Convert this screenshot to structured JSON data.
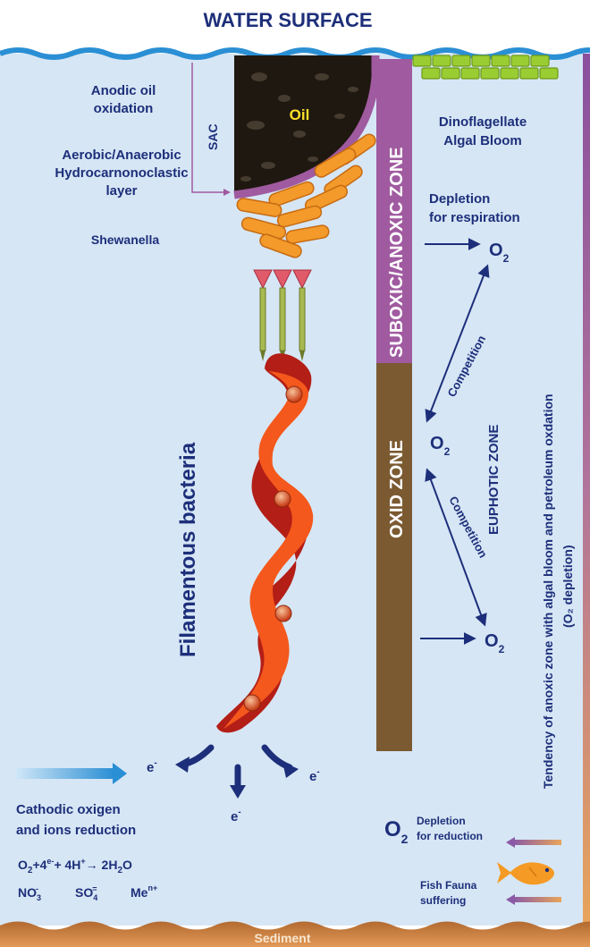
{
  "title": "WATER SURFACE",
  "bottom_label": "Sediment",
  "left_labels": {
    "anodic_1": "Anodic oil",
    "anodic_2": "oxidation",
    "sac": "SAC",
    "layer_1": "Aerobic/Anaerobic",
    "layer_2": "Hydrocarnonoclastic",
    "layer_3": "layer",
    "shewanella": "Shewanella",
    "oil": "Oil",
    "filamentous": "Filamentous bacteria"
  },
  "right_labels": {
    "dino_1": "Dinoflagellate",
    "dino_2": "Algal Bloom",
    "depletion_1": "Depletion",
    "depletion_2": "for respiration",
    "competition_1": "Competition",
    "competition_2": "Competition",
    "euphotic": "EUPHOTIC ZONE",
    "tendency_1": "Tendency of anoxic zone with algal bloom and petroleum oxdation",
    "tendency_2": "(O₂ depletion)"
  },
  "zones": {
    "suboxic": "SUBOXIC/ANOXIC ZONE",
    "oxid": "OXID ZONE"
  },
  "o2": {
    "o": "O",
    "sub": "2"
  },
  "electron": {
    "e": "e",
    "sup": "-"
  },
  "cathodic": {
    "line1": "Cathodic oxigen",
    "line2": "and ions reduction"
  },
  "equation": {
    "o2_o": "O",
    "o2_sub": "2",
    "plus_4": "+4",
    "e_sup": "e-",
    "plus_4h": "+ 4H",
    "h_sup": "+",
    "arrow": "→ 2H",
    "h2o_sub": "2",
    "o_end": "O"
  },
  "ions": {
    "no3": "NO",
    "no3_sub": "3",
    "no3_sup": "-",
    "so4": "SO",
    "so4_sub": "4",
    "so4_sup": "=",
    "me": "Me",
    "me_sup": "n+"
  },
  "depletion_reduction": {
    "o": "O",
    "sub": "2",
    "line1": "Depletion",
    "line2": "for reduction"
  },
  "fish_label": {
    "line1": "Fish Fauna",
    "line2": "suffering"
  },
  "colors": {
    "water": "#d6e6f5",
    "navy": "#1d2f7a",
    "suboxic": "#a05aa0",
    "oxid": "#7b5a32",
    "oil": "#1f1810",
    "bacteria": "#f39a2b",
    "helix_dark": "#b31e16",
    "helix_light": "#f4581c",
    "algae": "#9acd32",
    "sediment": "#c07a3a",
    "wave": "#2a8fd4"
  }
}
